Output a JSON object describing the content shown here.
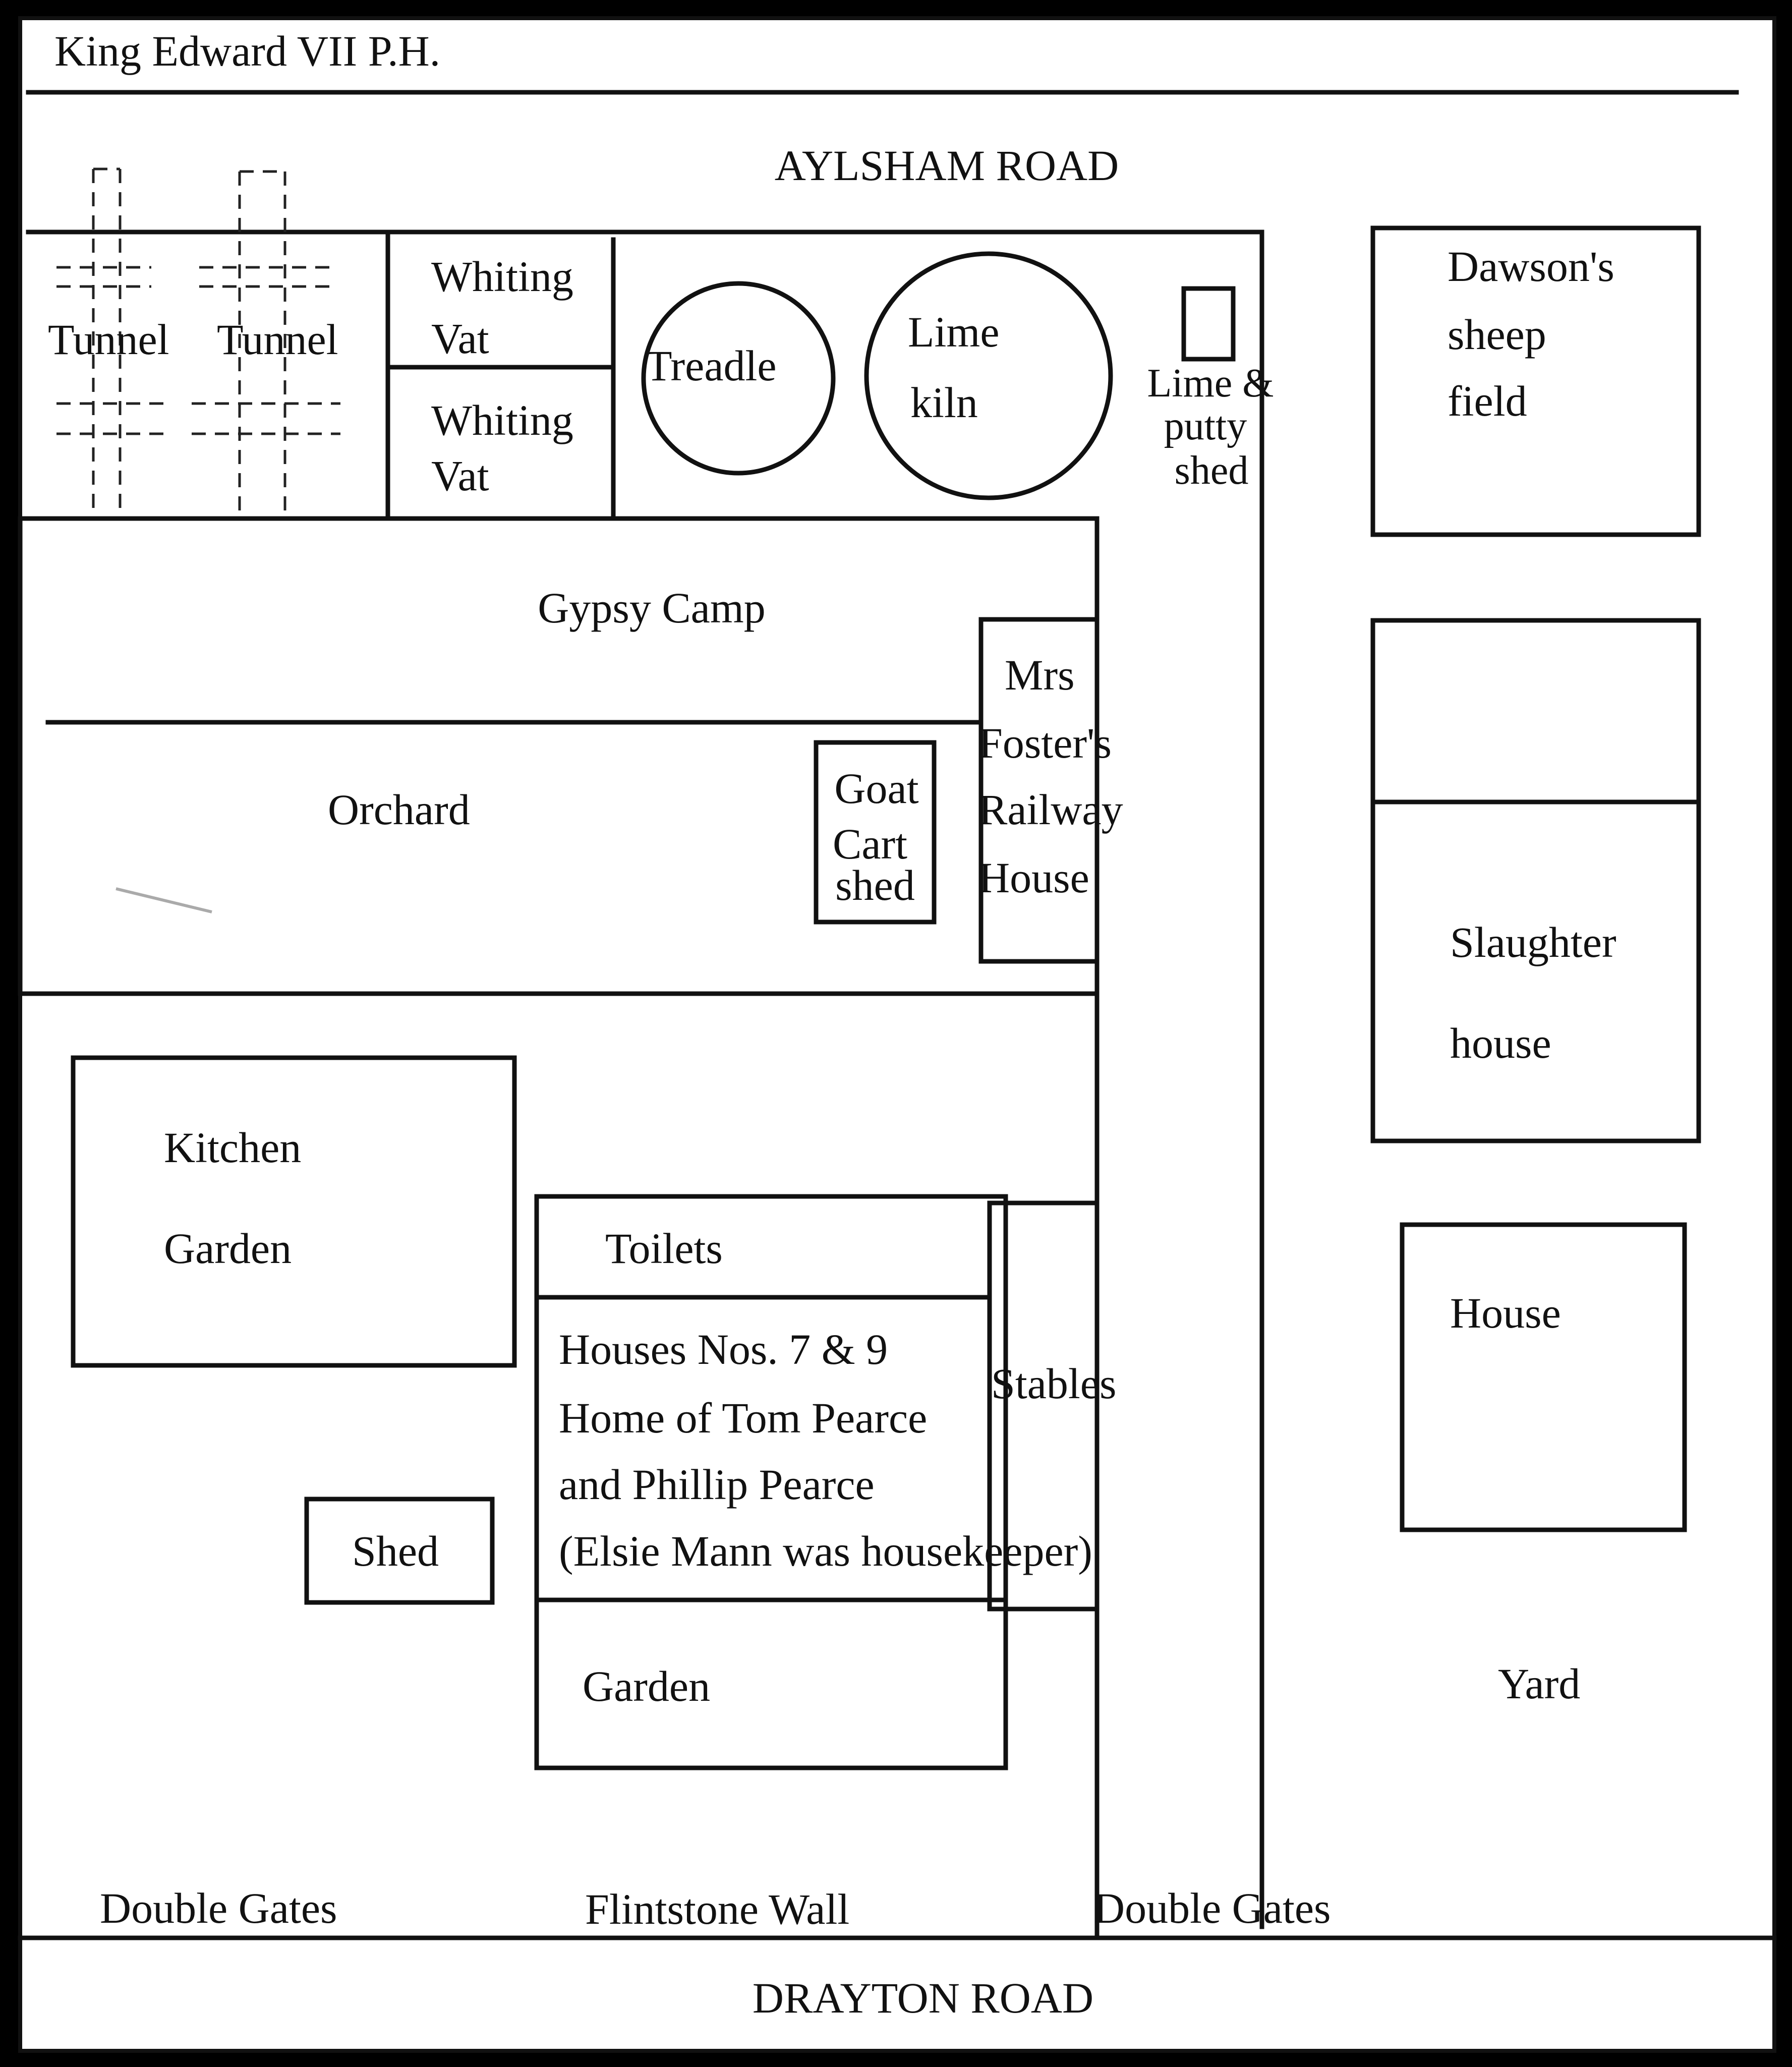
{
  "title": "King Edward VII P.H.",
  "roads": {
    "north": "AYLSHAM ROAD",
    "south": "DRAYTON ROAD"
  },
  "labels": {
    "tunnel_1": "Tunnel",
    "tunnel_2": "Tunnel",
    "whiting_vat_1": [
      "Whiting",
      "Vat"
    ],
    "whiting_vat_2": [
      "Whiting",
      "Vat"
    ],
    "treadle": "Treadle",
    "lime_kiln": [
      "Lime",
      "kiln"
    ],
    "lime_putty_shed": [
      "Lime &",
      "putty",
      "shed"
    ],
    "dawsons_field": [
      "Dawson's",
      "sheep",
      "field"
    ],
    "gypsy_camp": "Gypsy Camp",
    "mrs_foster": [
      "Mrs",
      "Foster's",
      "Railway",
      "House"
    ],
    "orchard": "Orchard",
    "goat_cart_shed": [
      "Goat",
      "Cart",
      "shed"
    ],
    "slaughter_house": [
      "Slaughter",
      "house"
    ],
    "kitchen_garden": [
      "Kitchen",
      "Garden"
    ],
    "toilets": "Toilets",
    "houses_text": [
      "Houses Nos. 7 & 9",
      "Home of Tom Pearce",
      "and Phillip Pearce",
      "(Elsie Mann was housekeeper)"
    ],
    "stables": "Stables",
    "house": "House",
    "shed": "Shed",
    "garden": "Garden",
    "yard": "Yard",
    "double_gates_1": "Double Gates",
    "flintstone_wall": "Flintstone Wall",
    "double_gates_2": "Double Gates"
  }
}
